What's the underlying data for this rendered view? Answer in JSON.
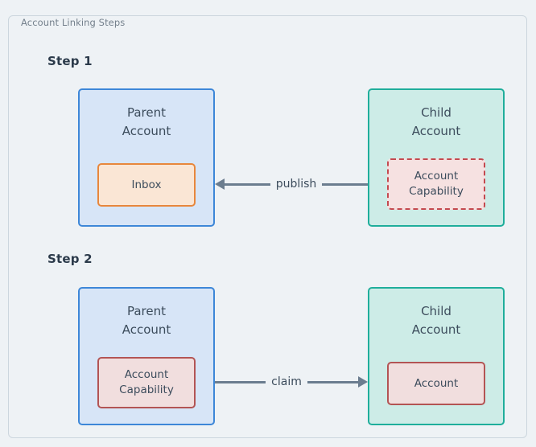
{
  "container": {
    "title": "Account Linking Steps"
  },
  "steps": [
    {
      "label": "Step 1",
      "left_box": {
        "title": "Parent\nAccount",
        "inner": {
          "label": "Inbox",
          "style": "inbox"
        }
      },
      "right_box": {
        "title": "Child\nAccount",
        "inner": {
          "label": "Account\nCapability",
          "style": "capability-dashed"
        }
      },
      "arrow": {
        "label": "publish",
        "direction": "left"
      }
    },
    {
      "label": "Step 2",
      "left_box": {
        "title": "Parent\nAccount",
        "inner": {
          "label": "Account\nCapability",
          "style": "capability-solid"
        }
      },
      "right_box": {
        "title": "Child\nAccount",
        "inner": {
          "label": "Account",
          "style": "account-solid"
        }
      },
      "arrow": {
        "label": "claim",
        "direction": "right"
      }
    }
  ],
  "colors": {
    "page_background": "#eef2f5",
    "container_border": "#ccd6de",
    "parent_fill": "#d7e5f7",
    "parent_border": "#3d87d8",
    "child_fill": "#cdece7",
    "child_border": "#1fae9b",
    "inbox_fill": "#fae6d5",
    "inbox_border": "#e8873c",
    "capability_fill": "#f6e1e1",
    "capability_border": "#c4494f",
    "account_fill": "#f1dede",
    "account_border": "#b35454",
    "arrow": "#6b7d8f",
    "heading_text": "#2b3a4a",
    "body_text": "#3c4c5c",
    "title_text": "#74808c"
  }
}
